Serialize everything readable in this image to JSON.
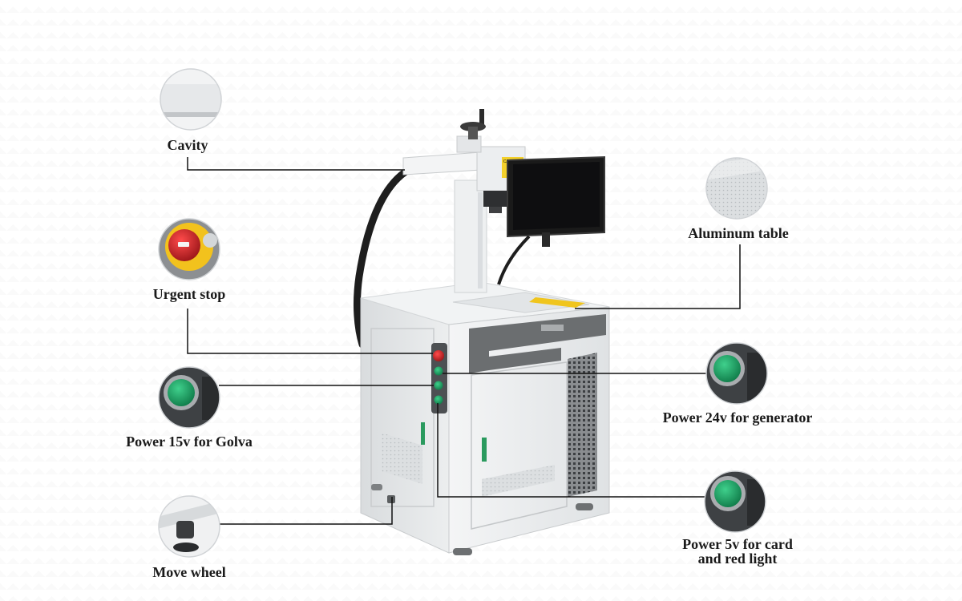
{
  "labels": {
    "cavity": "Cavity",
    "urgent_stop": "Urgent stop",
    "power_15v": "Power 15v for Golva",
    "move_wheel": "Move wheel",
    "aluminum_table": "Aluminum table",
    "power_24v": "Power 24v for generator",
    "power_5v_line1": "Power 5v for card",
    "power_5v_line2": "and red light"
  },
  "machine": {
    "caution_tag": "CAUTION"
  },
  "icons": [
    "cavity-detail",
    "urgent-stop-button",
    "green-power-button",
    "move-wheel",
    "aluminum-table-detail"
  ],
  "colors": {
    "cabinet": "#e9ebec",
    "accent_gray": "#6b6e70",
    "screen": "#1a1a1a",
    "green_button": "#1c9a62",
    "red_button": "#c0282b",
    "caution_yellow": "#f3d02b",
    "leader_line": "#111111"
  }
}
